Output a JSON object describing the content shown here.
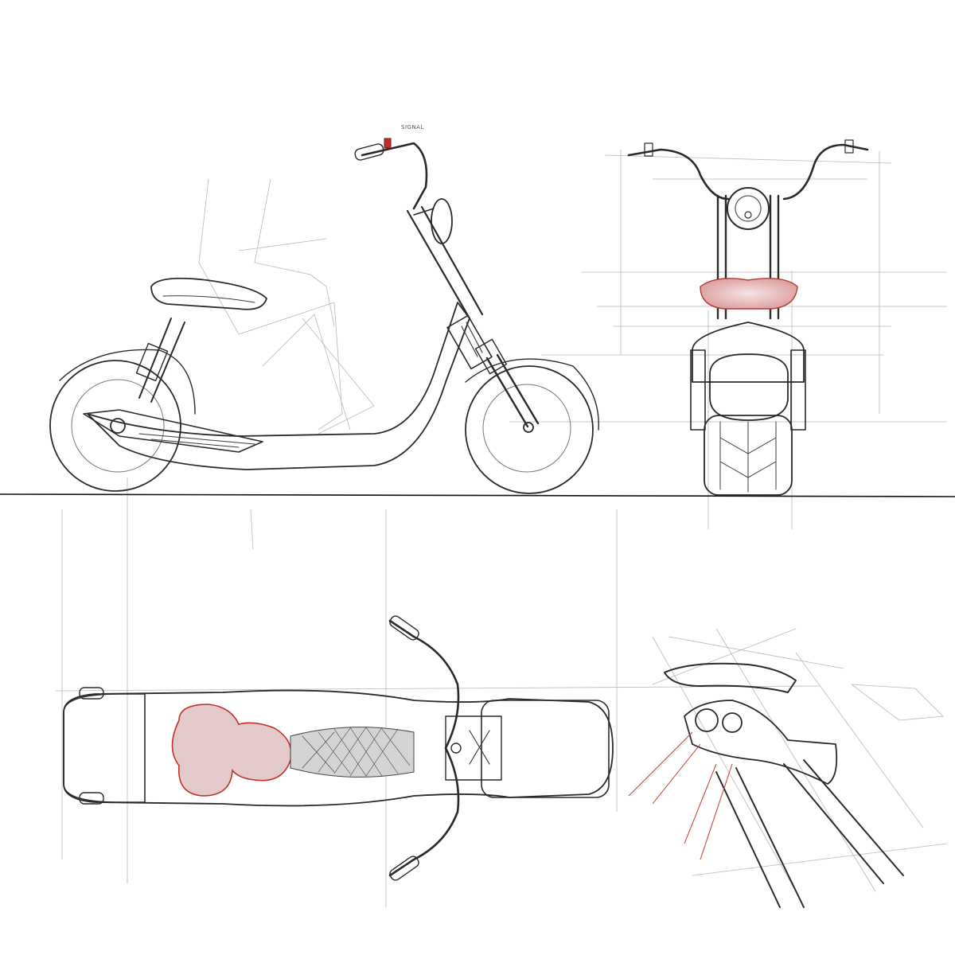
{
  "sheet": {
    "annotation": "SIGNAL",
    "ink_color": "#2a2a2a",
    "accent_color": "#c0302a",
    "views": [
      {
        "name": "side-view"
      },
      {
        "name": "front-view"
      },
      {
        "name": "top-view"
      },
      {
        "name": "detail-view"
      }
    ]
  }
}
